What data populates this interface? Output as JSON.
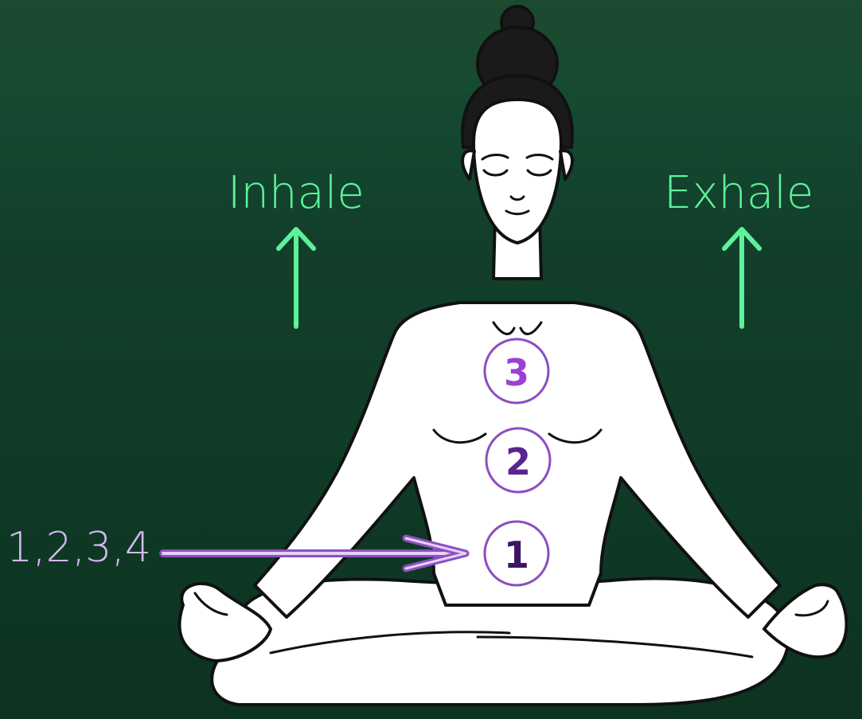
{
  "colors": {
    "breath_label": "#5df29a",
    "arrow": "#5df29a",
    "count_label": "#d7b8f7",
    "pointer_arrow": "#a86ad6",
    "circle_stroke": "#8a4fc0",
    "number_3": "#9c3fd8",
    "number_2": "#5a2491",
    "number_1": "#3c1566"
  },
  "labels": {
    "inhale": "Inhale",
    "exhale": "Exhale",
    "count": "1,2,3,4"
  },
  "chakra_points": [
    {
      "number": "3"
    },
    {
      "number": "2"
    },
    {
      "number": "1"
    }
  ],
  "icons": [
    "up-arrow-icon",
    "pointer-arrow-icon",
    "meditating-woman-figure"
  ]
}
